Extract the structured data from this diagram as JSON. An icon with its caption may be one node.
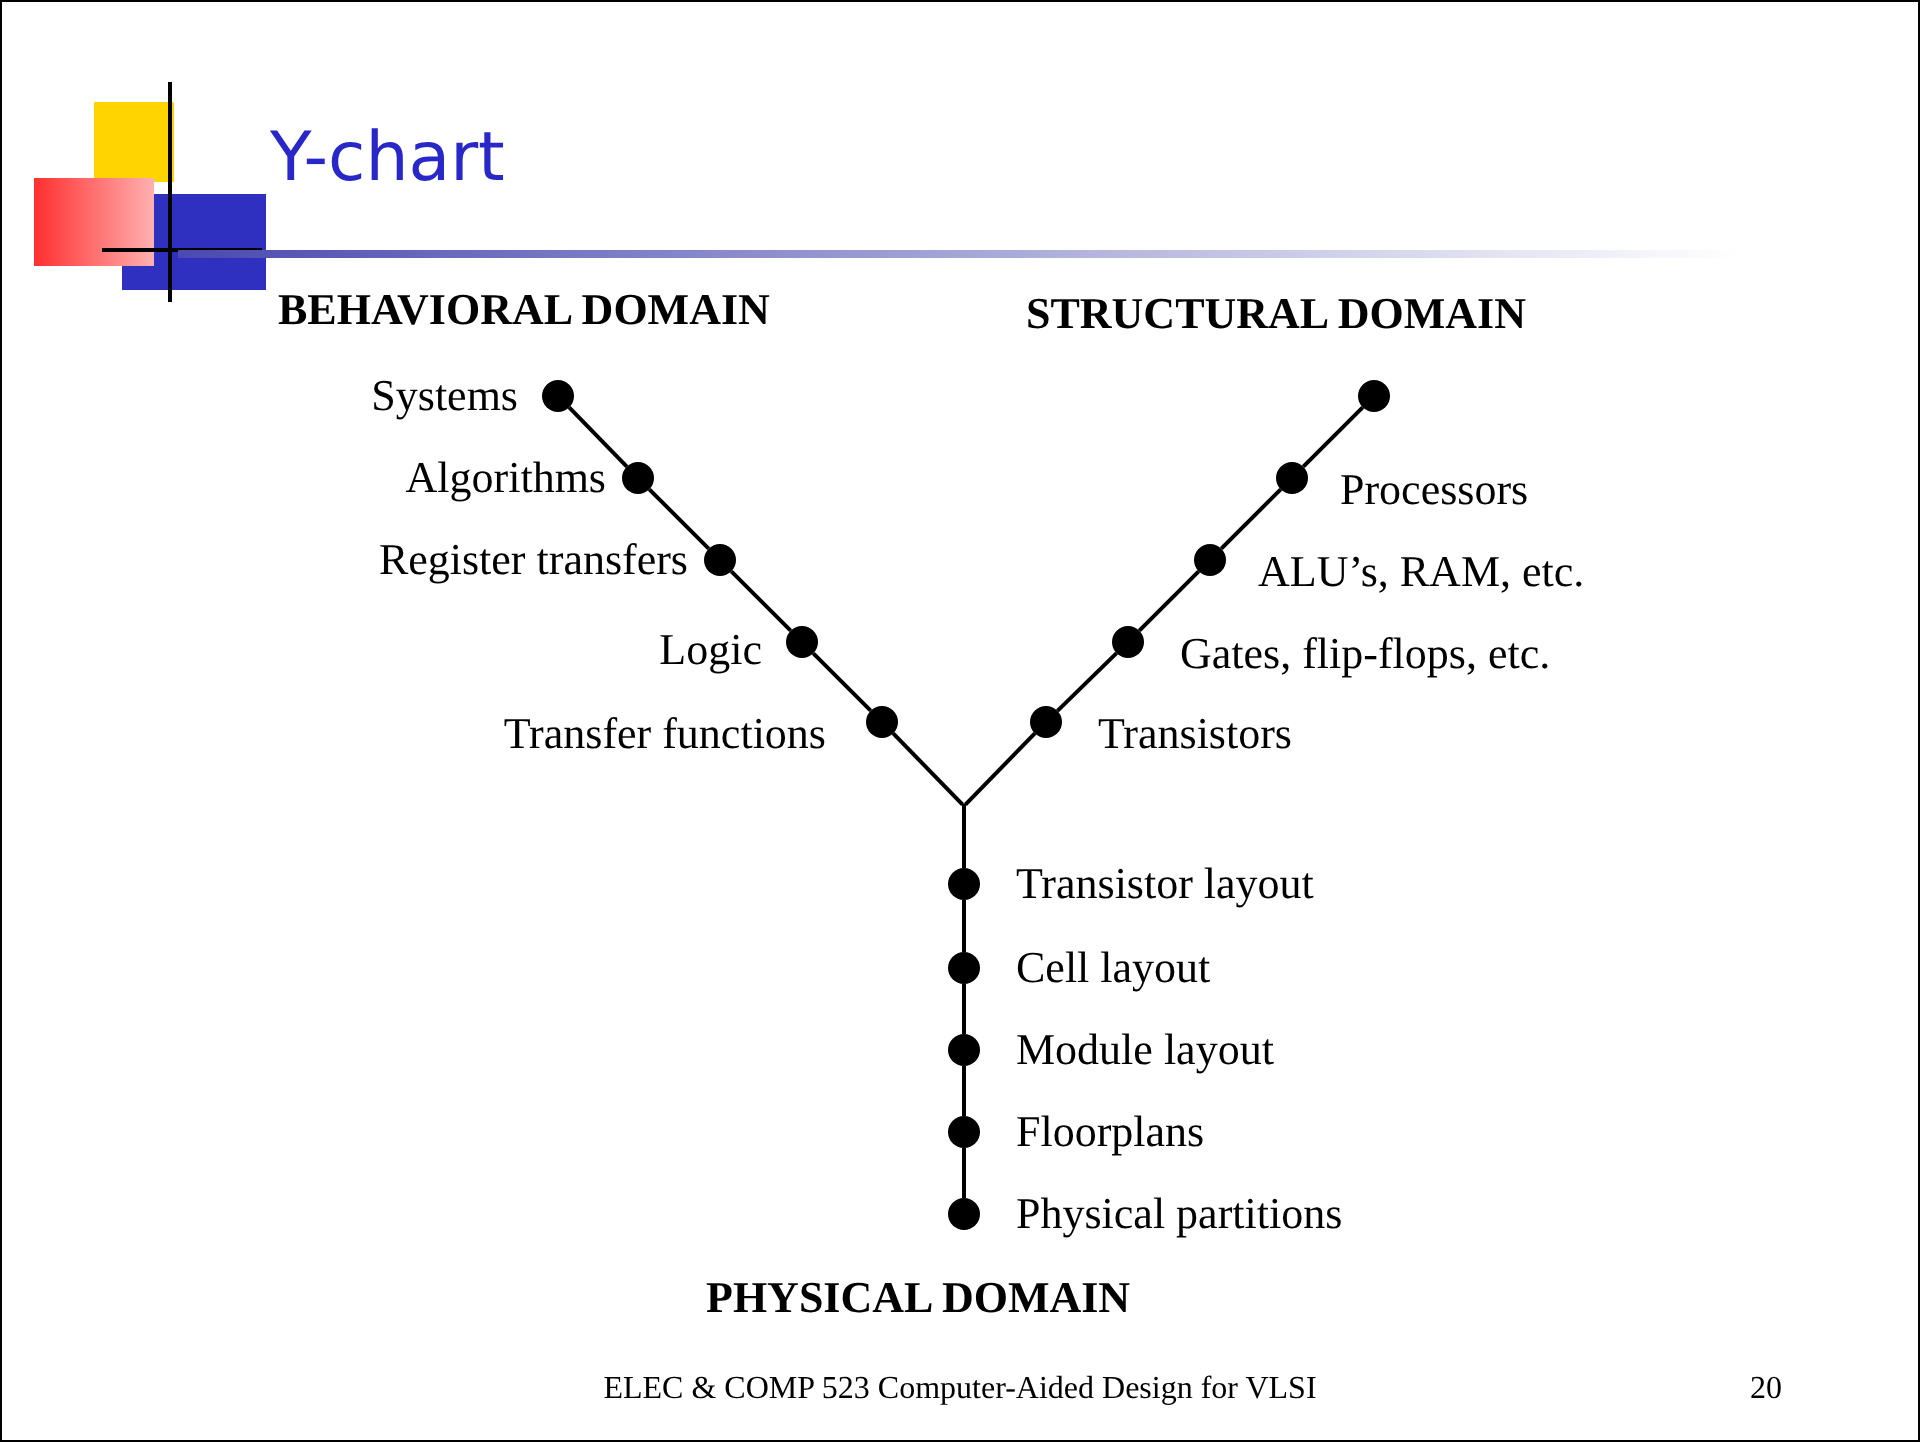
{
  "diagram": {
    "title": "Y-chart",
    "caption": "ELEC & COMP 523 Computer-Aided Design for VLSI",
    "nodes": [
      {
        "text": [],
        "shape": "circle",
        "beside": [
          "Systems"
        ]
      },
      {
        "text": [],
        "shape": "circle",
        "beside": [
          "Algorithms"
        ]
      },
      {
        "text": [],
        "shape": "circle",
        "beside": [
          "Register transfers"
        ]
      },
      {
        "text": [],
        "shape": "circle",
        "beside": [
          "Logic"
        ]
      },
      {
        "text": [],
        "shape": "circle",
        "beside": [
          "Transfer functions"
        ]
      },
      {
        "text": [],
        "shape": "circle"
      },
      {
        "text": [],
        "shape": "circle",
        "beside": [
          "Processors"
        ]
      },
      {
        "text": [],
        "shape": "circle",
        "beside": [
          "ALU’s, RAM, etc."
        ]
      },
      {
        "text": [],
        "shape": "circle",
        "beside": [
          "Gates, flip-flops, etc."
        ]
      },
      {
        "text": [],
        "shape": "circle",
        "beside": [
          "Transistors"
        ]
      },
      {
        "text": [],
        "shape": "point"
      },
      {
        "text": [],
        "shape": "circle",
        "beside": [
          "Transistor layout"
        ]
      },
      {
        "text": [],
        "shape": "circle",
        "beside": [
          "Cell layout"
        ]
      },
      {
        "text": [],
        "shape": "circle",
        "beside": [
          "Module layout"
        ]
      },
      {
        "text": [],
        "shape": "circle",
        "beside": [
          "Floorplans"
        ]
      },
      {
        "text": [],
        "shape": "circle",
        "beside": [
          "Physical partitions"
        ]
      }
    ],
    "edges": [
      {
        "from": 0,
        "to": 1,
        "arrow": "none"
      },
      {
        "from": 1,
        "to": 2,
        "arrow": "none"
      },
      {
        "from": 2,
        "to": 3,
        "arrow": "none"
      },
      {
        "from": 3,
        "to": 4,
        "arrow": "none"
      },
      {
        "from": 4,
        "to": 10,
        "arrow": "none"
      },
      {
        "from": 5,
        "to": 6,
        "arrow": "none"
      },
      {
        "from": 6,
        "to": 7,
        "arrow": "none"
      },
      {
        "from": 7,
        "to": 8,
        "arrow": "none"
      },
      {
        "from": 8,
        "to": 9,
        "arrow": "none"
      },
      {
        "from": 9,
        "to": 10,
        "arrow": "none"
      },
      {
        "from": 10,
        "to": 11,
        "arrow": "none"
      },
      {
        "from": 11,
        "to": 12,
        "arrow": "none"
      },
      {
        "from": 12,
        "to": 13,
        "arrow": "none"
      },
      {
        "from": 13,
        "to": 14,
        "arrow": "none"
      },
      {
        "from": 14,
        "to": 15,
        "arrow": "none"
      }
    ],
    "labels": [
      "BEHAVIORAL DOMAIN",
      "STRUCTURAL DOMAIN",
      "PHYSICAL DOMAIN",
      "20"
    ]
  }
}
